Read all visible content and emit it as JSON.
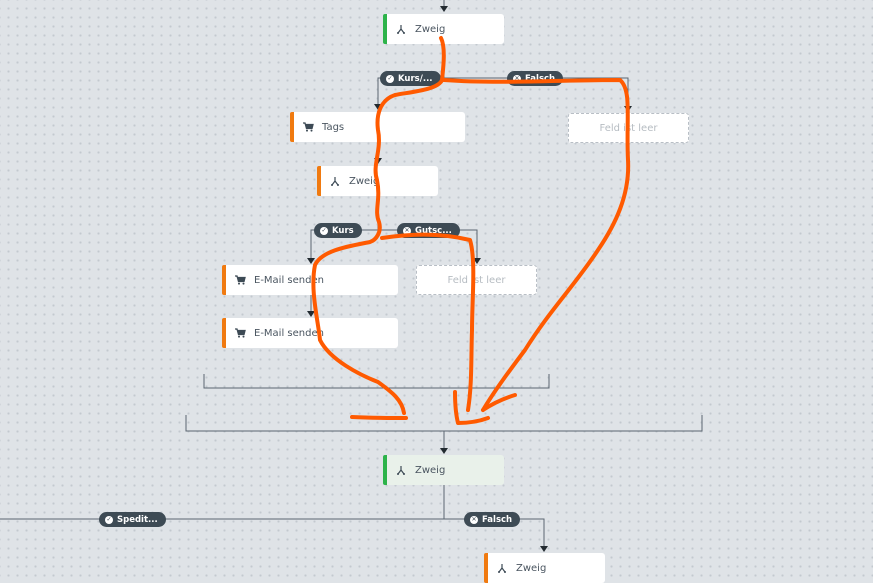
{
  "colors": {
    "background": "#dfe3e7",
    "connector": "#5b6670",
    "pill_bg": "#3e4b55",
    "branch_accent": "#2db34a",
    "action_accent": "#f07a10",
    "annotation": "#ff5a00"
  },
  "nodes": {
    "top_branch": {
      "label": "Zweig",
      "icon": "branch-icon"
    },
    "tags": {
      "label": "Tags",
      "icon": "cart-icon"
    },
    "empty_right_1": {
      "label": "Feld ist leer"
    },
    "inner_branch": {
      "label": "Zweig",
      "icon": "branch-icon"
    },
    "email_1": {
      "label": "E-Mail senden",
      "icon": "cart-icon"
    },
    "empty_right_2": {
      "label": "Feld ist leer"
    },
    "email_2": {
      "label": "E-Mail senden",
      "icon": "cart-icon"
    },
    "bottom_branch": {
      "label": "Zweig",
      "icon": "branch-icon"
    },
    "last_branch": {
      "label": "Zweig",
      "icon": "branch-icon"
    }
  },
  "pills": {
    "kurs_truncated": {
      "label": "Kurs/...",
      "icon": "check-circle-icon"
    },
    "falsch_top": {
      "label": "Falsch",
      "icon": "x-circle-icon"
    },
    "kurs": {
      "label": "Kurs",
      "icon": "check-circle-icon"
    },
    "gutsc": {
      "label": "Gutsc...",
      "icon": "x-circle-icon"
    },
    "spedit": {
      "label": "Spedit...",
      "icon": "check-circle-icon"
    },
    "falsch_bottom": {
      "label": "Falsch",
      "icon": "x-circle-icon"
    }
  }
}
